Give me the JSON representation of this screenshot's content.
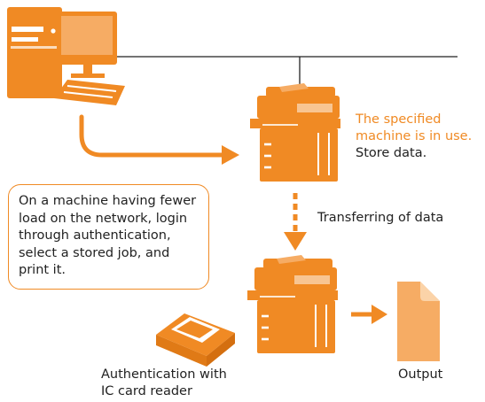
{
  "colors": {
    "accent": "#f08a24",
    "accent_light": "#f6ac64",
    "line": "#222222",
    "text": "#222222"
  },
  "icons": {
    "computer": "desktop-computer-icon",
    "machine_top": "multifunction-printer-icon",
    "machine_bottom": "multifunction-printer-icon",
    "card_reader": "ic-card-reader-icon",
    "output": "document-page-icon"
  },
  "labels": {
    "status_line1": "The specified",
    "status_line2": "machine is in use.",
    "store": "Store data.",
    "transfer": "Transferring of data",
    "note_lines": [
      "On a machine having fewer",
      "load on the network, login",
      "through authentication,",
      "select a stored job, and",
      "print it."
    ],
    "auth_line1": "Authentication with",
    "auth_line2": "IC card reader",
    "output": "Output"
  }
}
